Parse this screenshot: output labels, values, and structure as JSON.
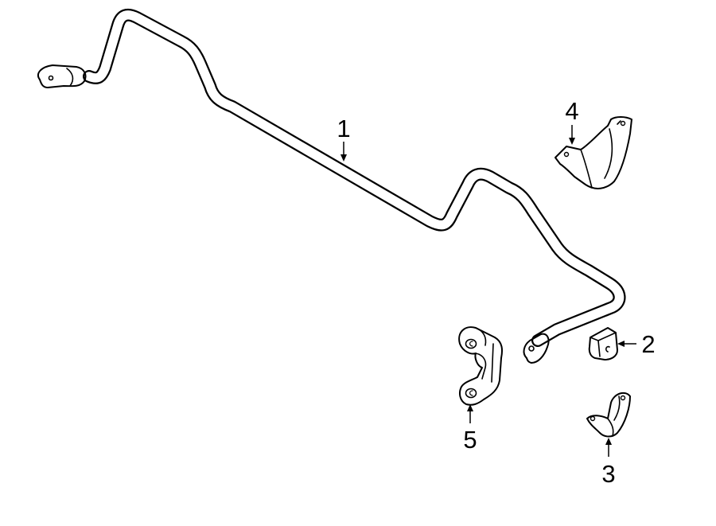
{
  "callouts": [
    {
      "number": "1",
      "part": "stabilizer-bar"
    },
    {
      "number": "2",
      "part": "bushing"
    },
    {
      "number": "3",
      "part": "bushing-clamp"
    },
    {
      "number": "4",
      "part": "bracket"
    },
    {
      "number": "5",
      "part": "stabilizer-link"
    }
  ],
  "colors": {
    "line": "#000000",
    "background": "#ffffff"
  }
}
